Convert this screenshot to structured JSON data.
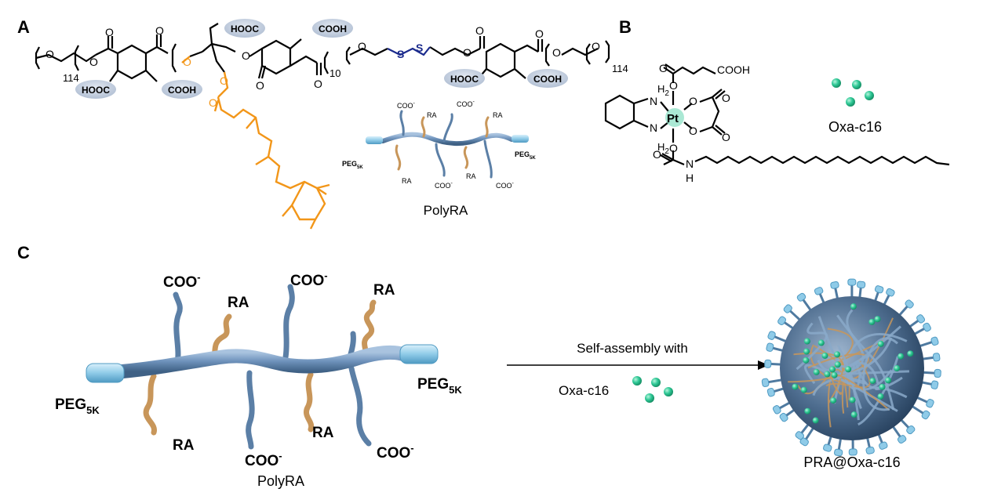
{
  "panels": {
    "a": "A",
    "b": "B",
    "c": "C"
  },
  "panel_a": {
    "cooh_labels": [
      "HOOC",
      "COOH",
      "HOOC",
      "COOH",
      "HOOC",
      "COOH"
    ],
    "subscripts": [
      "114",
      "10",
      "10",
      "114"
    ],
    "atoms_o": "O",
    "atoms_s": "S",
    "polymer_label": "PolyRA",
    "coo": "COO",
    "ra": "RA",
    "peg": "PEG",
    "peg_sub": "5K"
  },
  "panel_b": {
    "cooh": "COOH",
    "pt": "Pt",
    "n": "N",
    "h2": "H",
    "h2_sub": "2",
    "o": "O",
    "nh_h": "H",
    "name": "Oxa-c16"
  },
  "panel_c": {
    "coo": "COO",
    "minus": "-",
    "ra": "RA",
    "peg": "PEG",
    "peg_sub": "5K",
    "polymer_label": "PolyRA",
    "arrow_label": "Self-assembly with",
    "oxa_label": "Oxa-c16",
    "product_label": "PRA@Oxa-c16"
  },
  "colors": {
    "chain": "#5b7fa6",
    "peg": "#8fcbe8",
    "ra": "#c8965a",
    "retinoid": "#f29619",
    "drug": "#2fc896",
    "cooh_ellipse": "#c2cddd",
    "disulfide": "#1a2a8c"
  }
}
